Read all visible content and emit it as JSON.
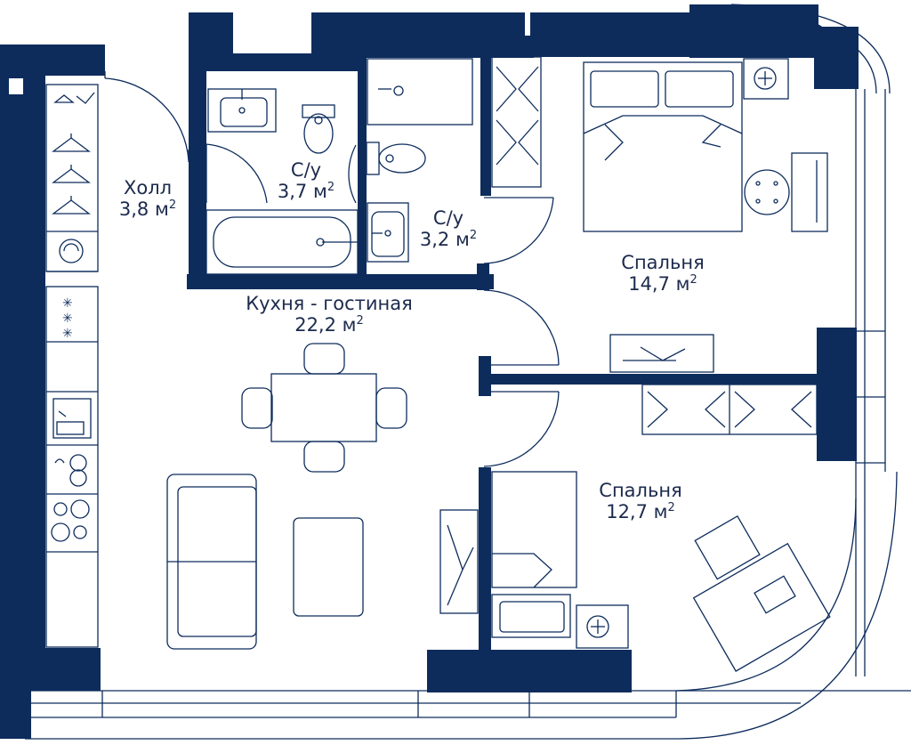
{
  "plan": {
    "colors": {
      "wall": "#0d2c5c",
      "line": "#0d2c5c",
      "text": "#1c2a4d",
      "background": "#ffffff"
    },
    "area_unit": "м",
    "area_power": "2",
    "rooms": [
      {
        "id": "hall",
        "name": "Холл",
        "area": "3,8"
      },
      {
        "id": "bath1",
        "name": "С/у",
        "area": "3,7"
      },
      {
        "id": "bath2",
        "name": "С/у",
        "area": "3,2"
      },
      {
        "id": "bedroom1",
        "name": "Спальня",
        "area": "14,7"
      },
      {
        "id": "living",
        "name": "Кухня - гостиная",
        "area": "22,2"
      },
      {
        "id": "bedroom2",
        "name": "Спальня",
        "area": "12,7"
      }
    ],
    "icons": [
      "hanger-icon",
      "washing-machine-icon",
      "cooktop-icon",
      "sink-icon",
      "toilet-icon",
      "bathtub-icon",
      "bed-icon",
      "sofa-icon",
      "dining-table-icon",
      "desk-icon",
      "laptop-icon",
      "wardrobe-icon",
      "door-swing-icon",
      "window-icon"
    ]
  }
}
